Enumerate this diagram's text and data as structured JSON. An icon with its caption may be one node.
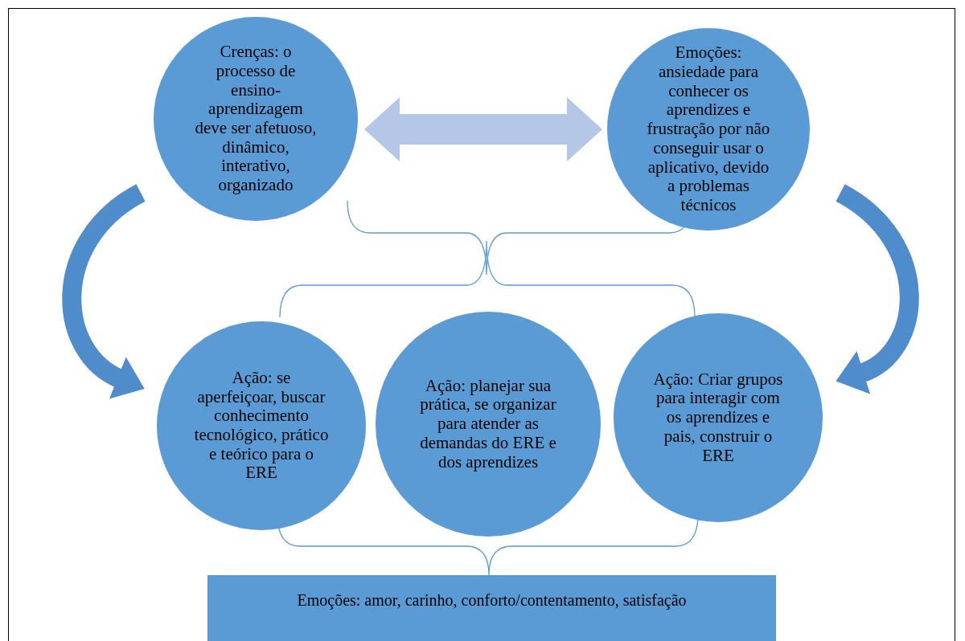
{
  "diagram": {
    "nodes": [
      {
        "text": [
          "Crenças: o processo de ensino-aprendizagem deve ser afetuoso, dinâmico, interativo, organizado"
        ]
      },
      {
        "text": [
          "Emoções: ansiedade para conhecer os aprendizes e frustração por não conseguir usar o aplicativo, devido a problemas técnicos"
        ]
      },
      {
        "text": [
          "Ação: se aperfeiçoar, buscar conhecimento tecnológico, prático e teórico para o ERE"
        ]
      },
      {
        "text": [
          "Ação: planejar sua prática, se organizar para atender as demandas do ERE e dos aprendizes"
        ]
      },
      {
        "text": [
          "Ação: Criar grupos para interagir com os aprendizes e pais, construir o ERE"
        ]
      },
      {
        "text": [
          "Emoções: amor, carinho, conforto/contentamento, satisfação"
        ]
      }
    ],
    "edges": [
      {
        "from": 0,
        "to": 1,
        "arrow": "both",
        "color": "#b4c7e7"
      },
      {
        "from": 0,
        "to": 2,
        "arrow": "to"
      },
      {
        "from": 1,
        "to": 4,
        "arrow": "to"
      }
    ]
  }
}
